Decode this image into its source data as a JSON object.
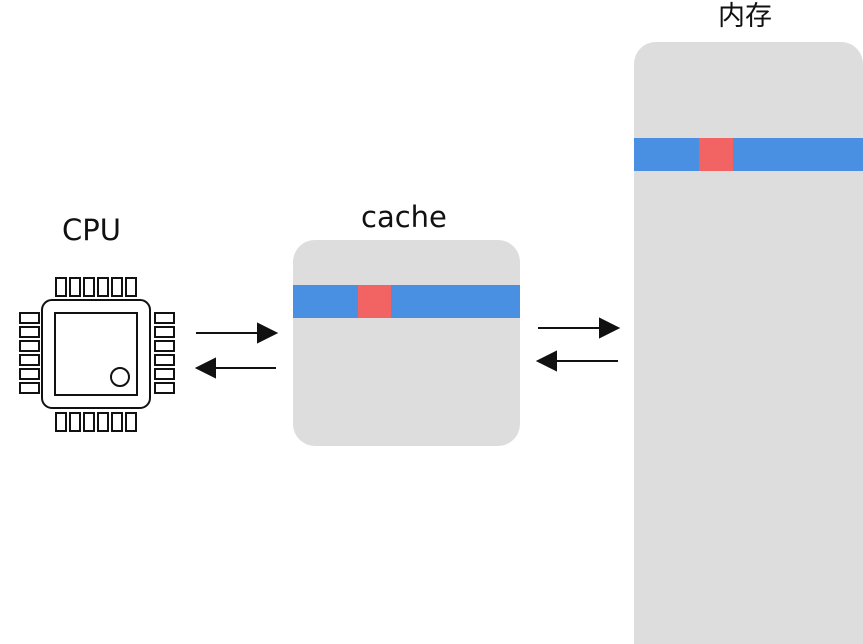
{
  "labels": {
    "cpu": "CPU",
    "cache": "cache",
    "memory": "内存"
  },
  "colors": {
    "block_fill": "#dddddd",
    "cache_line": "#4a90e2",
    "highlight": "#f26363",
    "line": "#111111"
  },
  "icons": {
    "cpu": "cpu-chip-icon",
    "arrows": "bidirectional-arrow-icon"
  }
}
